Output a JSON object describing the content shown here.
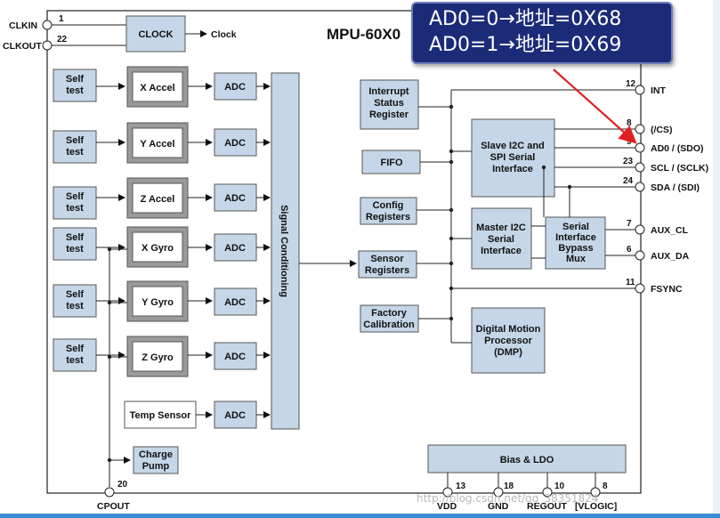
{
  "chip_title": "MPU-60X0",
  "callout": {
    "line1": "AD0=0→地址=0X68",
    "line2": "AD0=1→地址=0X69"
  },
  "watermark": "http://blog.csdn.net/qq_38351824",
  "clock": {
    "block": "CLOCK",
    "output": "Clock"
  },
  "self_test": {
    "line1": "Self",
    "line2": "test"
  },
  "sensors": [
    "X Accel",
    "Y Accel",
    "Z Accel",
    "X Gyro",
    "Y Gyro",
    "Z Gyro"
  ],
  "temp_sensor": "Temp Sensor",
  "adc": "ADC",
  "charge_pump": {
    "line1": "Charge",
    "line2": "Pump"
  },
  "signal_conditioning": "Signal Conditioning",
  "blocks": {
    "interrupt": [
      "Interrupt",
      "Status",
      "Register"
    ],
    "fifo": "FIFO",
    "config": [
      "Config",
      "Registers"
    ],
    "sensor_regs": [
      "Sensor",
      "Registers"
    ],
    "factory": [
      "Factory",
      "Calibration"
    ],
    "slave": [
      "Slave I2C and",
      "SPI Serial",
      "Interface"
    ],
    "master": [
      "Master I2C",
      "Serial",
      "Interface"
    ],
    "bypass": [
      "Serial",
      "Interface",
      "Bypass",
      "Mux"
    ],
    "dmp": [
      "Digital Motion",
      "Processor",
      "(DMP)"
    ],
    "bias": "Bias & LDO"
  },
  "pins": {
    "clkin": {
      "name": "CLKIN",
      "num": "1"
    },
    "clkout": {
      "name": "CLKOUT",
      "num": "22"
    },
    "cpout": {
      "name": "CPOUT",
      "num": "20"
    },
    "int": {
      "name": "INT",
      "num": "12"
    },
    "cs": {
      "name": "(/CS)",
      "num": "8"
    },
    "ad0": {
      "name": "AD0 / (SDO)",
      "num": "9"
    },
    "scl": {
      "name": "SCL / (SCLK)",
      "num": "23"
    },
    "sda": {
      "name": "SDA / (SDI)",
      "num": "24"
    },
    "aux_cl": {
      "name": "AUX_CL",
      "num": "7"
    },
    "aux_da": {
      "name": "AUX_DA",
      "num": "6"
    },
    "fsync": {
      "name": "FSYNC",
      "num": "11"
    },
    "vdd": {
      "name": "VDD",
      "num": "13"
    },
    "gnd": {
      "name": "GND",
      "num": "18"
    },
    "regout": {
      "name": "REGOUT",
      "num": "10"
    },
    "vlogic": {
      "name": "[VLOGIC]",
      "num": "8"
    }
  },
  "colors": {
    "block_fill": "#c5d6e8",
    "block_stroke": "#555555",
    "callout_bg": "#1c2b78",
    "arrow": "#e02020"
  }
}
